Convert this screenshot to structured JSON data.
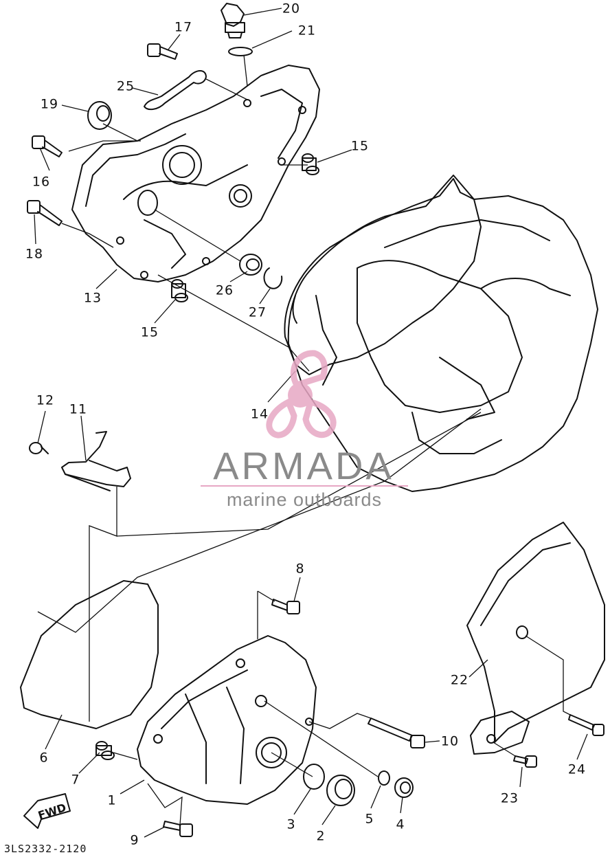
{
  "diagram": {
    "drawing_code": "3LS2332-2120",
    "direction_marker": "FWD",
    "watermark": {
      "brand": "ARMADA",
      "tagline": "marine outboards",
      "color_brand": "#8a8a8a",
      "color_logo": "#e7a7c4"
    },
    "callouts": [
      {
        "id": "c20",
        "label": "20"
      },
      {
        "id": "c21",
        "label": "21"
      },
      {
        "id": "c17",
        "label": "17"
      },
      {
        "id": "c25",
        "label": "25"
      },
      {
        "id": "c19",
        "label": "19"
      },
      {
        "id": "c16",
        "label": "16"
      },
      {
        "id": "c15a",
        "label": "15"
      },
      {
        "id": "c18",
        "label": "18"
      },
      {
        "id": "c13",
        "label": "13"
      },
      {
        "id": "c26",
        "label": "26"
      },
      {
        "id": "c27",
        "label": "27"
      },
      {
        "id": "c15b",
        "label": "15"
      },
      {
        "id": "c14",
        "label": "14"
      },
      {
        "id": "c12",
        "label": "12"
      },
      {
        "id": "c11",
        "label": "11"
      },
      {
        "id": "c8",
        "label": "8"
      },
      {
        "id": "c22",
        "label": "22"
      },
      {
        "id": "c10",
        "label": "10"
      },
      {
        "id": "c24",
        "label": "24"
      },
      {
        "id": "c6",
        "label": "6"
      },
      {
        "id": "c7",
        "label": "7"
      },
      {
        "id": "c1",
        "label": "1"
      },
      {
        "id": "c23",
        "label": "23"
      },
      {
        "id": "c3",
        "label": "3"
      },
      {
        "id": "c5",
        "label": "5"
      },
      {
        "id": "c4",
        "label": "4"
      },
      {
        "id": "c2",
        "label": "2"
      },
      {
        "id": "c9",
        "label": "9"
      }
    ]
  }
}
